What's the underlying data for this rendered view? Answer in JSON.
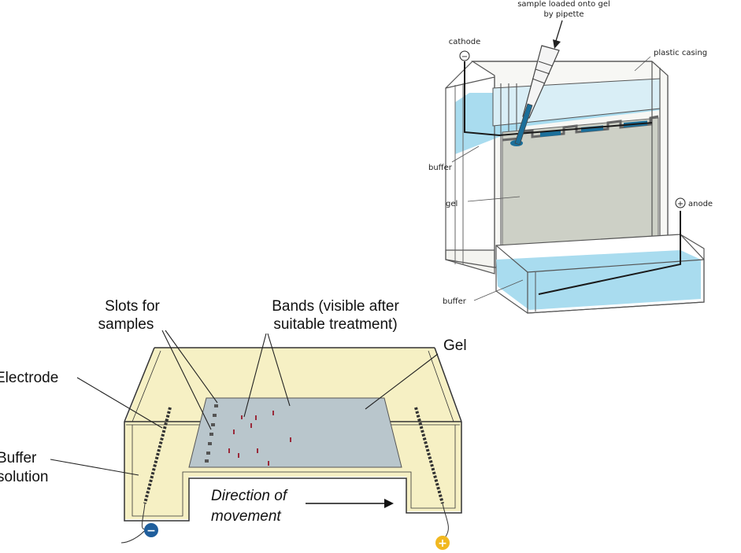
{
  "vertical_diagram": {
    "labels": {
      "pipette_line1": "sample loaded onto gel",
      "pipette_line2": "by pipette",
      "cathode": "cathode",
      "cathode_sign": "−",
      "plastic_casing": "plastic casing",
      "buffer_top": "buffer",
      "gel": "gel",
      "anode": "anode",
      "anode_sign": "+",
      "buffer_bottom": "buffer"
    }
  },
  "horizontal_diagram": {
    "labels": {
      "slots_line1": "Slots for",
      "slots_line2": "samples",
      "bands_line1": "Bands (visible after",
      "bands_line2": "suitable treatment)",
      "gel": "Gel",
      "electrode": "Electrode",
      "buffer_line1": "Buffer",
      "buffer_line2": "solution",
      "direction_line1": "Direction of",
      "direction_line2": "movement",
      "negative_sign": "−",
      "positive_sign": "+"
    }
  },
  "colors": {
    "buffer_blue": "#a9dcef",
    "sample_blue": "#1b6f9a",
    "gel_grey": "#cdd0c6",
    "tank_yellow": "#f6f0c4",
    "gel_blue_grey": "#b9c6cc",
    "band_red": "#9a2a3a",
    "negative_terminal": "#1f5e9c",
    "positive_terminal": "#f1b820"
  }
}
